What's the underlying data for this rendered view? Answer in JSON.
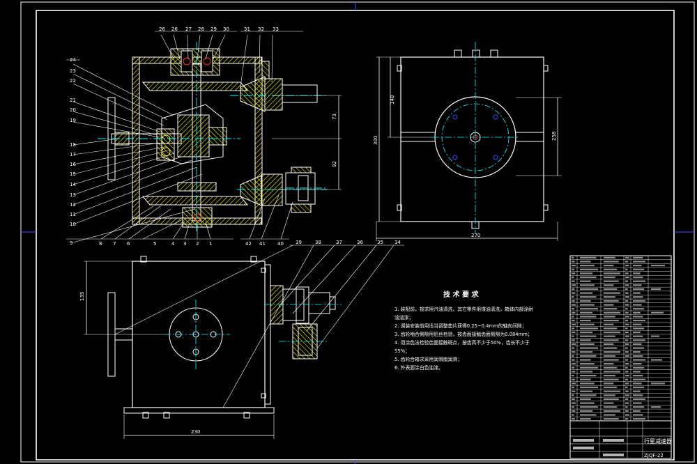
{
  "colors": {
    "background": "#000000",
    "frame": "#ffffff",
    "outline": "#ffffff",
    "center_line": "#00ffff",
    "section_hatch": "#ffff00",
    "leader": "#ffffff",
    "dimension": "#ffffff",
    "accent_blue": "#3b4cff",
    "part_red": "#ff3030"
  },
  "balloons_top": [
    "26",
    "26",
    "27",
    "28",
    "29",
    "30",
    "31",
    "32",
    "33"
  ],
  "balloons_left": [
    "24",
    "23",
    "22",
    "21",
    "20",
    "19",
    "18",
    "17",
    "16",
    "15",
    "14",
    "13",
    "12",
    "11",
    "10",
    "9"
  ],
  "balloons_bottom": [
    "8",
    "7",
    "6",
    "5",
    "4",
    "3",
    "2",
    "1",
    "42",
    "41",
    "40"
  ],
  "balloons_side": [
    "39",
    "38",
    "37",
    "36",
    "35",
    "34"
  ],
  "dimensions": {
    "main_73": "73",
    "main_92": "92",
    "top_148": "148",
    "top_300": "300",
    "top_258": "258",
    "top_270": "270",
    "side_135": "135",
    "side_230": "230"
  },
  "tech_requirements": {
    "title": "技 术 要 求",
    "items": [
      "1. 装配前，按求用汽油清洗，其它零件用煤油清洗，箱体内部涂耐",
      "油油漆；",
      "2. 调装安装前用适当调整垫片获得0.25~0.4mm的轴向间隙；",
      "3. 齿轮啮合侧隙用铅丝检验，按齿面接触齿面侧隙为0.084mm；",
      "4. 用涂色法检验齿面接触斑点，按齿高不少于50%，齿长不少于",
      "55%；",
      "5. 齿轮合箱求采用润滑脂润滑；",
      "6. 外表面涂白色油漆。"
    ]
  },
  "title_block": {
    "drawing_name": "行星减速器",
    "drawing_code": "ZJQF-22"
  }
}
